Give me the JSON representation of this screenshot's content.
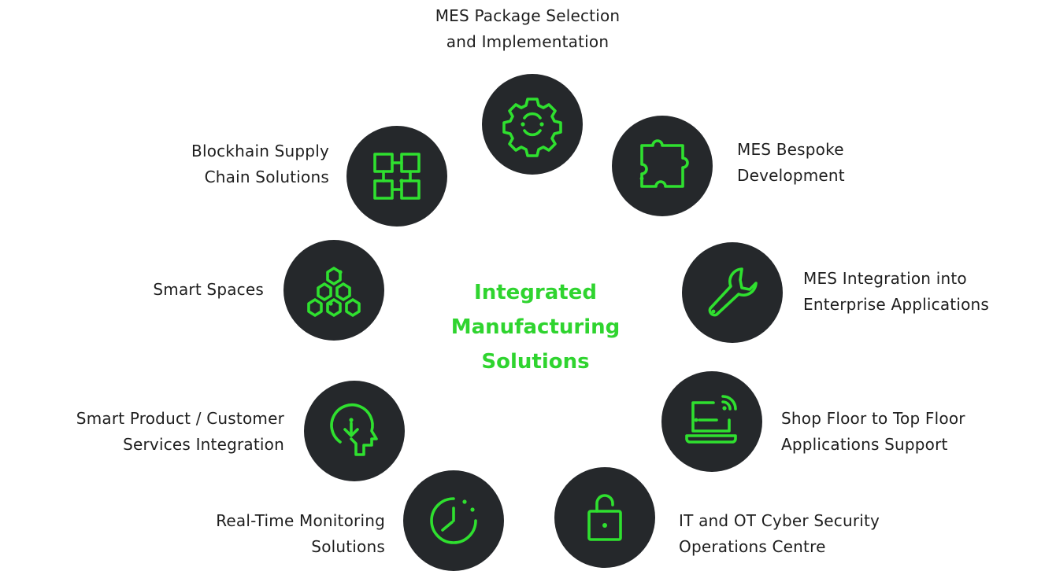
{
  "center": {
    "line1": "Integrated",
    "line2": "Manufacturing",
    "line3": "Solutions"
  },
  "accent_color": "#2fe02f",
  "circle_color": "#25282b",
  "nodes": [
    {
      "icon": "gear-icon",
      "line1": "MES Package Selection",
      "line2": "and Implementation"
    },
    {
      "icon": "puzzle-piece-icon",
      "line1": "MES Bespoke",
      "line2": "Development"
    },
    {
      "icon": "wrench-icon",
      "line1": "MES Integration into",
      "line2": "Enterprise Applications"
    },
    {
      "icon": "laptop-wifi-icon",
      "line1": "Shop Floor to Top Floor",
      "line2": "Applications Support"
    },
    {
      "icon": "unlocked-padlock-icon",
      "line1": "IT and OT Cyber Security",
      "line2": "Operations Centre"
    },
    {
      "icon": "timer-icon",
      "line1": "Real-Time Monitoring",
      "line2": "Solutions"
    },
    {
      "icon": "head-circuit-icon",
      "line1": "Smart Product / Customer",
      "line2": "Services Integration"
    },
    {
      "icon": "hexagon-cluster-icon",
      "line1": "Smart Spaces",
      "line2": ""
    },
    {
      "icon": "blockchain-blocks-icon",
      "line1": "Blockhain Supply",
      "line2": "Chain Solutions"
    }
  ]
}
